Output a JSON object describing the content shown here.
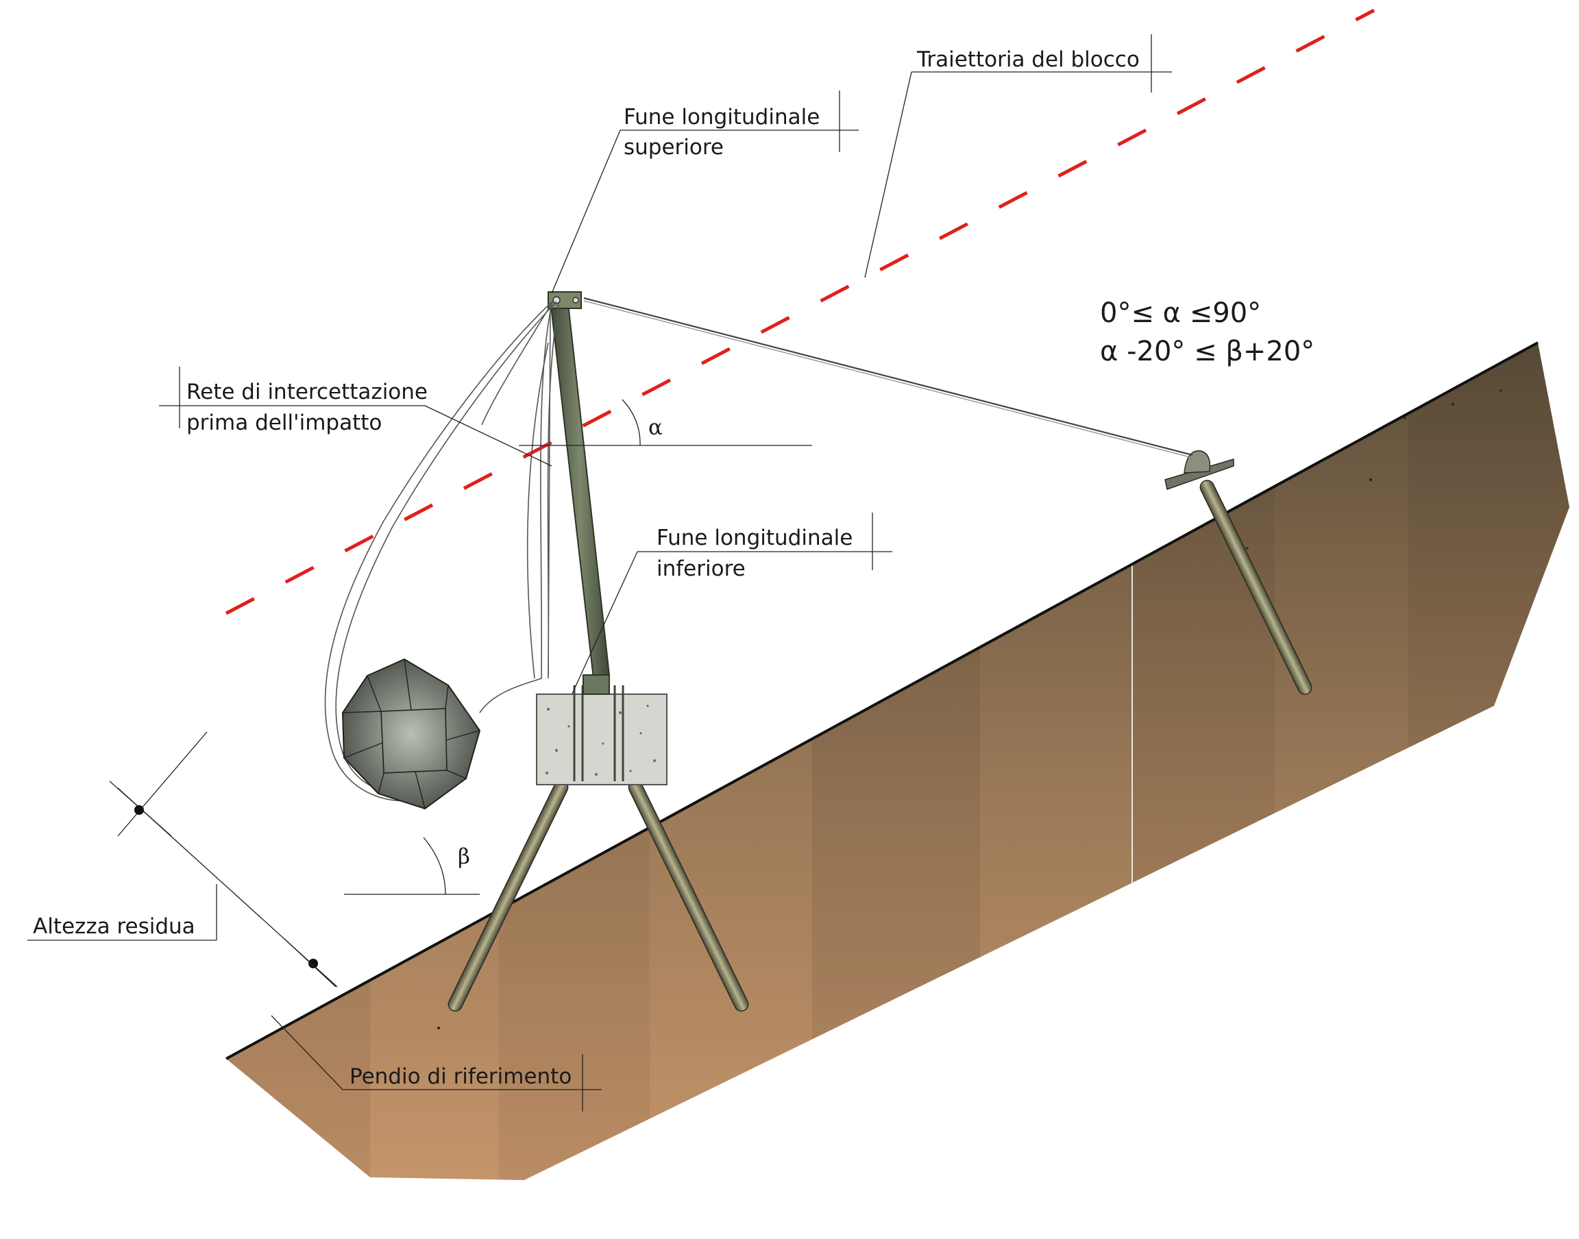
{
  "labels": {
    "trajectory": "Traiettoria del blocco",
    "upper_rope_line1": "Fune longitudinale",
    "upper_rope_line2": "superiore",
    "net_line1": "Rete di intercettazione",
    "net_line2": "prima dell'impatto",
    "lower_rope_line1": "Fune longitudinale",
    "lower_rope_line2": "inferiore",
    "residual_height": "Altezza residua",
    "reference_slope": "Pendio di riferimento",
    "alpha": "α",
    "beta": "β"
  },
  "formulas": {
    "line1": "0°≤   α ≤90°",
    "line2": "α   -20° ≤ β+20°"
  },
  "colors": {
    "trajectory": "#e0201c",
    "soil_light": "#c4946a",
    "soil_dark": "#5c4e3a",
    "post": "#5f6a52",
    "concrete": "#d6d6d0",
    "block": "#8f978c",
    "rod": "#8b8968"
  }
}
